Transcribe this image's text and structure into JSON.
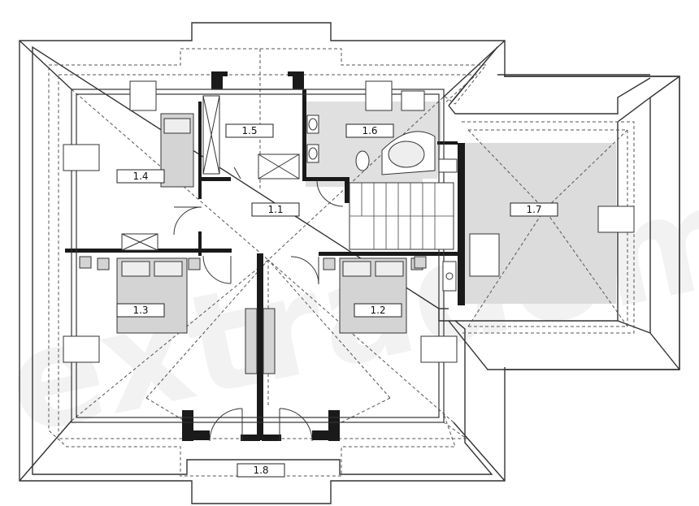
{
  "watermark": "extradom",
  "colors": {
    "wall": "#1a1a1a",
    "roof_line": "#333333",
    "hidden_line": "#555555",
    "furniture_fill": "#d4d4d4",
    "shaded_room": "#dcdcdc"
  },
  "rooms": [
    {
      "id": "room-1-1",
      "label": "1.1"
    },
    {
      "id": "room-1-2",
      "label": "1.2"
    },
    {
      "id": "room-1-3",
      "label": "1.3"
    },
    {
      "id": "room-1-4",
      "label": "1.4"
    },
    {
      "id": "room-1-5",
      "label": "1.5"
    },
    {
      "id": "room-1-6",
      "label": "1.6"
    },
    {
      "id": "room-1-7",
      "label": "1.7"
    },
    {
      "id": "room-1-8",
      "label": "1.8"
    }
  ]
}
